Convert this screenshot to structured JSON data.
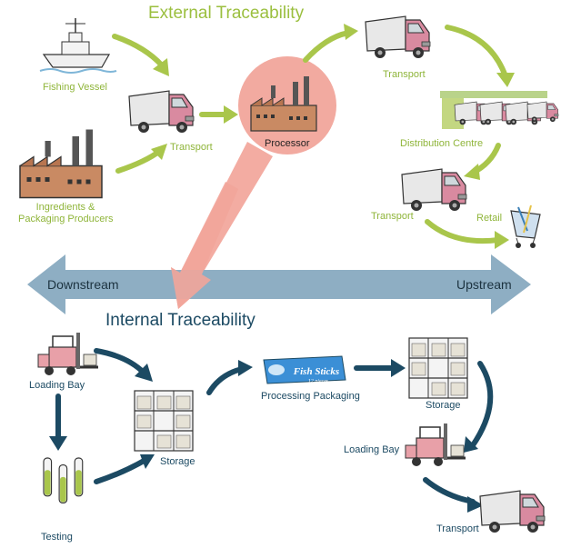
{
  "titles": {
    "external": "External Traceability",
    "internal": "Internal Traceability"
  },
  "axis": {
    "left": "Downstream",
    "right": "Upstream"
  },
  "external_nodes": {
    "fishing_vessel": "Fishing Vessel",
    "transport_1": "Transport",
    "ingredients_line1": "Ingredients &",
    "ingredients_line2": "Packaging Producers",
    "processor": "Processor",
    "transport_2": "Transport",
    "distribution_centre": "Distribution Centre",
    "transport_3": "Transport",
    "retail": "Retail"
  },
  "internal_nodes": {
    "loading_bay_1": "Loading Bay",
    "testing": "Testing",
    "storage_1": "Storage",
    "processing_packaging": "Processing Packaging",
    "package_brand": "Fish Sticks",
    "package_sub": "12 pieces",
    "storage_2": "Storage",
    "loading_bay_2": "Loading Bay",
    "transport": "Transport"
  },
  "colors": {
    "external_arrow": "#a9c64b",
    "internal_arrow": "#1c4a63",
    "axis_arrow": "#8eaec3",
    "processor_circle": "#f2aaa0",
    "processor_arrow": "#f2a59a"
  }
}
